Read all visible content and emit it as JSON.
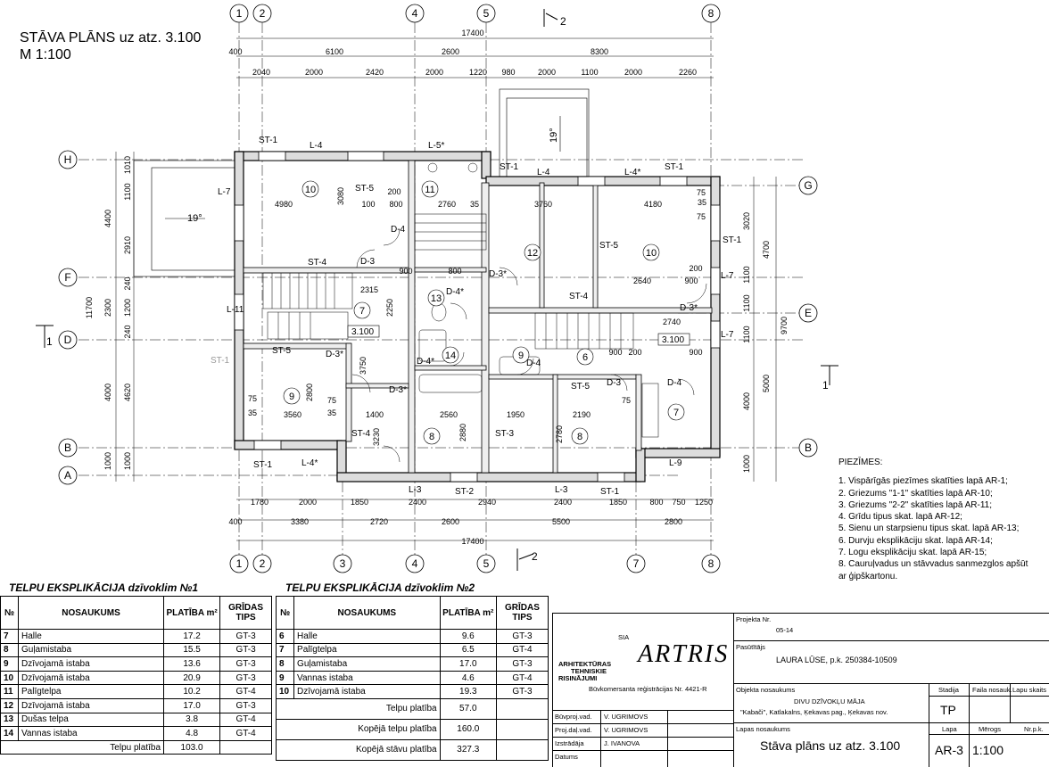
{
  "title": {
    "line1": "STĀVA PLĀNS uz atz. 3.100",
    "line2": "M 1:100"
  },
  "axes": {
    "top": [
      "1",
      "2",
      "4",
      "5",
      "8"
    ],
    "bottom": [
      "1",
      "2",
      "3",
      "4",
      "5",
      "7",
      "8"
    ],
    "left": [
      "H",
      "F",
      "D",
      "B",
      "A"
    ],
    "right": [
      "G",
      "E",
      "B"
    ]
  },
  "section_marks": {
    "s2": "2",
    "s1": "1",
    "slope1": "19°",
    "slope2": "19°"
  },
  "dimensions": {
    "top_total": "17400",
    "top_row1": [
      "400",
      "6100",
      "2600",
      "8300"
    ],
    "top_row2": [
      "2040",
      "2000",
      "2420",
      "2000",
      "1220",
      "980",
      "2000",
      "1100",
      "2000",
      "2260"
    ],
    "bottom_row1": [
      "1780",
      "2000",
      "1850",
      "2400",
      "2940",
      "2400",
      "1850",
      "800",
      "750",
      "1250"
    ],
    "bottom_row2": [
      "400",
      "3380",
      "2720",
      "2600",
      "5500",
      "2800"
    ],
    "bottom_total": "17400",
    "left_outer": [
      "4400",
      "11700",
      "4000",
      "1000"
    ],
    "left_inner": [
      "1010",
      "1100",
      "2910",
      "240",
      "2300",
      "1200",
      "240",
      "4620",
      "1000"
    ],
    "right_outer": [
      "4700",
      "9700",
      "5000"
    ],
    "right_inner": [
      "3020",
      "1100",
      "1100",
      "1100",
      "4000",
      "1000"
    ]
  },
  "rooms": {
    "r10a": "10",
    "r11": "11",
    "r12": "12",
    "r10b": "10",
    "r13": "13",
    "r7a": "7",
    "r9a": "9",
    "r14": "14",
    "r9b": "9",
    "r6": "6",
    "r8a": "8",
    "r8b": "8",
    "r7b": "7"
  },
  "levels": {
    "a": "3.100",
    "b": "3.100"
  },
  "tags": {
    "st1": "ST-1",
    "st4": "ST-4",
    "st5": "ST-5",
    "st3": "ST-3",
    "st2": "ST-2",
    "l4": "L-4",
    "l4s": "L-4*",
    "l5s": "L-5*",
    "l7": "L-7",
    "l11": "L-11",
    "l3": "L-3",
    "l9": "L-9",
    "d3": "D-3",
    "d3s": "D-3*",
    "d4": "D-4",
    "d4s": "D-4*"
  },
  "inner_dims": {
    "a": "4980",
    "b": "3080",
    "c": "100",
    "d": "800",
    "e": "2760",
    "f": "35",
    "g": "3760",
    "h": "4180",
    "i": "2315",
    "j": "2250",
    "k": "2640",
    "l": "2740",
    "m": "3560",
    "n": "1400",
    "o": "2560",
    "p": "1950",
    "q": "2190",
    "r": "3750",
    "s": "2800",
    "t": "2880",
    "u": "2780",
    "v": "3230",
    "w": "900",
    "x": "200",
    "y": "75"
  },
  "notes": {
    "header": "PIEZĪMES:",
    "items": [
      "1. Vispārīgās piezīmes skatīties lapā AR-1;",
      "2. Griezums \"1-1\" skatīties lapā AR-10;",
      "3. Griezums \"2-2\" skatīties lapā AR-11;",
      "4. Grīdu tipus skat. lapā AR-12;",
      "5. Sienu un starpsienu tipus skat. lapā AR-13;",
      "6. Durvju eksplikāciju skat. lapā AR-14;",
      "7. Logu eksplikāciju skat. lapā AR-15;",
      "8. Cauruļvadus un stāvvadus sanmezglos apšūt",
      "ar ģipškartonu."
    ]
  },
  "table1": {
    "title": "TELPU EKSPLIKĀCIJA dzīvoklim №1",
    "headers": [
      "№",
      "NOSAUKUMS",
      "PLATĪBA m²",
      "GRĪDAS TIPS"
    ],
    "rows": [
      [
        "7",
        "Halle",
        "17.2",
        "GT-3"
      ],
      [
        "8",
        "Guļamistaba",
        "15.5",
        "GT-3"
      ],
      [
        "9",
        "Dzīvojamā istaba",
        "13.6",
        "GT-3"
      ],
      [
        "10",
        "Dzīvojamā istaba",
        "20.9",
        "GT-3"
      ],
      [
        "11",
        "Palīgtelpa",
        "10.2",
        "GT-4"
      ],
      [
        "12",
        "Dzīvojamā istaba",
        "17.0",
        "GT-3"
      ],
      [
        "13",
        "Dušas telpa",
        "3.8",
        "GT-4"
      ],
      [
        "14",
        "Vannas istaba",
        "4.8",
        "GT-4"
      ]
    ],
    "total_label": "Telpu platība",
    "total_value": "103.0"
  },
  "table2": {
    "title": "TELPU EKSPLIKĀCIJA dzīvoklim №2",
    "headers": [
      "№",
      "NOSAUKUMS",
      "PLATĪBA m²",
      "GRĪDAS TIPS"
    ],
    "rows": [
      [
        "6",
        "Halle",
        "9.6",
        "GT-3"
      ],
      [
        "7",
        "Palīgtelpa",
        "6.5",
        "GT-4"
      ],
      [
        "8",
        "Guļamistaba",
        "17.0",
        "GT-3"
      ],
      [
        "9",
        "Vannas istaba",
        "4.6",
        "GT-4"
      ],
      [
        "10",
        "Dzīvojamā istaba",
        "19.3",
        "GT-3"
      ]
    ],
    "total_label": "Telpu platība",
    "total_value": "57.0",
    "sum_label": "Kopējā telpu platība",
    "sum_value": "160.0",
    "floors_label": "Kopējā stāvu platība",
    "floors_value": "327.3"
  },
  "titleblock": {
    "sia": "SIA",
    "logo": "ARTRIS",
    "firm1": "ARHITEKTŪRAS",
    "firm2": "TEHNISKIE",
    "firm3": "RISINĀJUMI",
    "reg": "Būvkomersanta reģistrācijas Nr. 4421-R",
    "proj_nr_label": "Projekta Nr.",
    "proj_nr": "05-14",
    "client_label": "Pasūtītājs",
    "client": "LAURA LŪSE, p.k. 250384-10509",
    "object_label": "Objekta nosaukums",
    "object1": "DIVU DZĪVOKĻU MĀJA",
    "object2": "\"Kabači\", Katlakalns, Ķekavas pag., Ķekavas nov.",
    "stage_label": "Stadija",
    "stage": "TP",
    "file_label": "Faila nosauk.",
    "sheets_label": "Lapu skaits",
    "sheet_name_label": "Lapas nosaukums",
    "sheet_name": "Stāva plāns uz atz. 3.100",
    "sheet_label": "Lapa",
    "sheet": "AR-3",
    "scale_label": "Mērogs",
    "scale": "1:100",
    "nr_label": "Nr.p.k.",
    "roles": [
      {
        "role": "Būvproj.vad.",
        "name": "V. UGRIMOVS"
      },
      {
        "role": "Proj.daļ.vad.",
        "name": "V. UGRIMOVS"
      },
      {
        "role": "Izstrādāja",
        "name": "J. IVANOVA"
      },
      {
        "role": "Datums",
        "name": ""
      }
    ]
  }
}
